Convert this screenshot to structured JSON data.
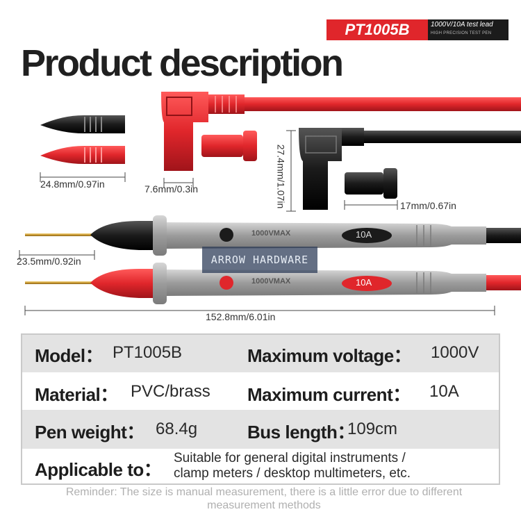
{
  "header": {
    "model_badge": "PT1005B",
    "spec_line1": "1000V/10A test lead",
    "spec_line2": "HIGH PRECISION TEST PEN"
  },
  "title": "Product description",
  "dimensions": {
    "probe_tip_cover": "24.8mm/0.97in",
    "plug_width": "7.6mm/0.3in",
    "plug_height": "27.4mm/1.07in",
    "cap_width": "17mm/0.67in",
    "needle_length": "23.5mm/0.92in",
    "total_length": "152.8mm/6.01in"
  },
  "probe_marks": {
    "rating": "1000VMAX",
    "current": "10A"
  },
  "watermark": "ARROW HARDWARE",
  "specs": {
    "model_label": "Model：",
    "model_value": "PT1005B",
    "max_voltage_label": "Maximum voltage：",
    "max_voltage_value": "1000V",
    "material_label": "Material：",
    "material_value": "PVC/brass",
    "max_current_label": "Maximum current：",
    "max_current_value": "10A",
    "weight_label": "Pen weight：",
    "weight_value": "68.4g",
    "bus_length_label": "Bus length：",
    "bus_length_value": "109cm",
    "applicable_label": "Applicable to：",
    "applicable_line1": "Suitable for general digital instruments /",
    "applicable_line2": "clamp meters / desktop multimeters, etc."
  },
  "reminder": {
    "line1": "Reminder: The size is manual measurement, there is a little error due to different",
    "line2": "measurement methods"
  },
  "colors": {
    "red": "#e0262b",
    "black": "#1b1b1b",
    "probe_grey": "#a7a7a7"
  }
}
